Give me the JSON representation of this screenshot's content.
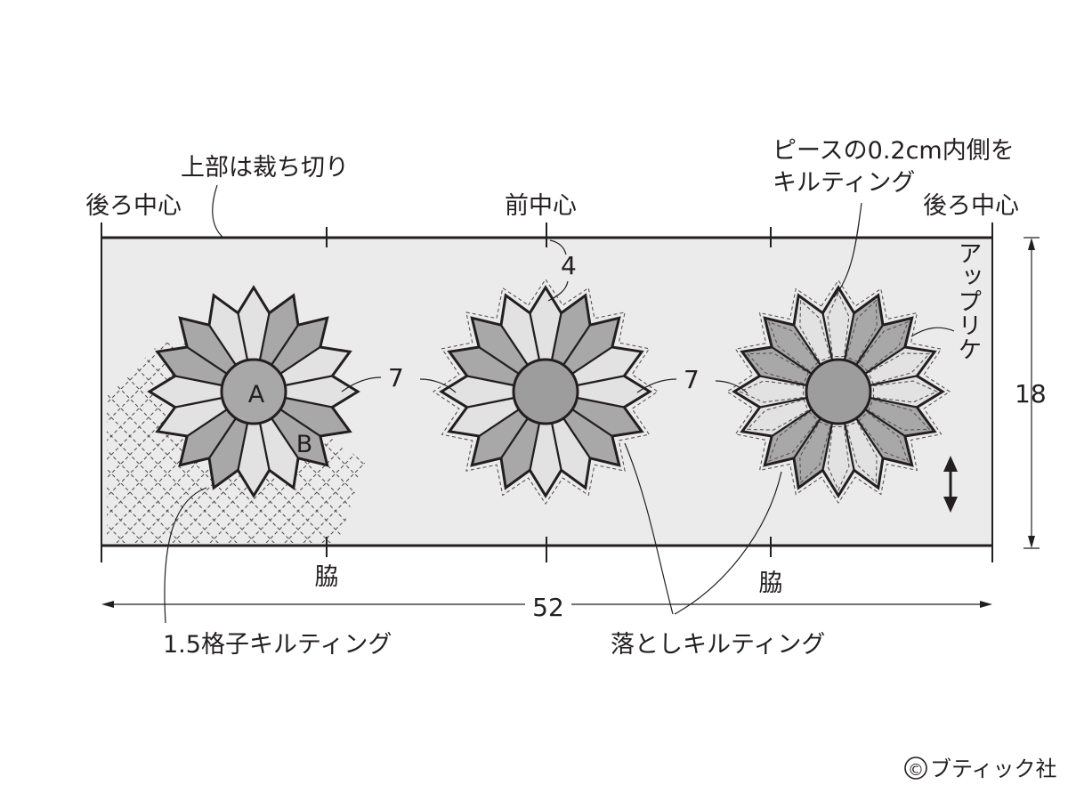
{
  "labels": {
    "back_center_left": "後ろ中心",
    "top_cut": "上部は裁ち切り",
    "front_center": "前中心",
    "quilting_inner_line1": "ピースの0.2cm内側を",
    "quilting_inner_line2": "キルティング",
    "back_center_right": "後ろ中心",
    "applique": "アップリケ",
    "side_left": "脇",
    "side_right": "脇",
    "lattice_quilting": "1.5格子キルティング",
    "ditch_quilting": "落としキルティング",
    "piece_a": "A",
    "piece_b": "B",
    "copyright": "ブティック社",
    "copyright_symbol": "©"
  },
  "dimensions": {
    "width": "52",
    "height": "18",
    "petal_gap": "4",
    "flower_gap_left": "7",
    "flower_gap_right": "7"
  },
  "colors": {
    "panel": "#ebebeb",
    "petal_light": "#e2e2e2",
    "petal_dark": "#a8a8a8",
    "center": "#9d9d9d",
    "outline": "#231f20"
  },
  "flowers": [
    {
      "style": "outlined-center-A"
    },
    {
      "style": "dashed-outline"
    },
    {
      "style": "double-dashed-applique"
    }
  ]
}
